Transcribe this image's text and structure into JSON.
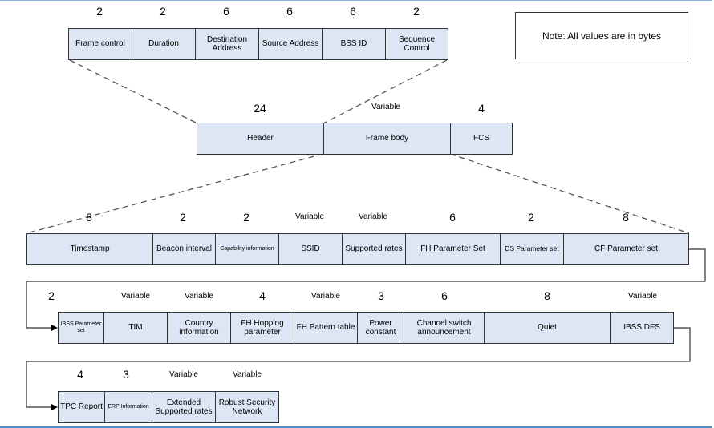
{
  "note": "Note: All values are in bytes",
  "mac_header": {
    "fields": [
      {
        "label": "Frame control",
        "size": "2"
      },
      {
        "label": "Duration",
        "size": "2"
      },
      {
        "label": "Destination Address",
        "size": "6"
      },
      {
        "label": "Source Address",
        "size": "6"
      },
      {
        "label": "BSS ID",
        "size": "6"
      },
      {
        "label": "Sequence Control",
        "size": "2"
      }
    ]
  },
  "frame": {
    "fields": [
      {
        "label": "Header",
        "size": "24"
      },
      {
        "label": "Frame body",
        "size": "Variable"
      },
      {
        "label": "FCS",
        "size": "4"
      }
    ]
  },
  "body_row1": {
    "fields": [
      {
        "label": "Timestamp",
        "size": "8"
      },
      {
        "label": "Beacon interval",
        "size": "2"
      },
      {
        "label": "Capability information",
        "size": "2"
      },
      {
        "label": "SSID",
        "size": "Variable"
      },
      {
        "label": "Supported rates",
        "size": "Variable"
      },
      {
        "label": "FH Parameter Set",
        "size": "6"
      },
      {
        "label": "DS Parameter set",
        "size": "2"
      },
      {
        "label": "CF Parameter set",
        "size": "8"
      }
    ]
  },
  "body_row2": {
    "fields": [
      {
        "label": "IBSS Parameter set",
        "size": "2"
      },
      {
        "label": "TIM",
        "size": "Variable"
      },
      {
        "label": "Country information",
        "size": "Variable"
      },
      {
        "label": "FH Hopping parameter",
        "size": "4"
      },
      {
        "label": "FH Pattern table",
        "size": "Variable"
      },
      {
        "label": "Power constant",
        "size": "3"
      },
      {
        "label": "Channel switch announcement",
        "size": "6"
      },
      {
        "label": "Quiet",
        "size": "8"
      },
      {
        "label": "IBSS DFS",
        "size": "Variable"
      }
    ]
  },
  "body_row3": {
    "fields": [
      {
        "label": "TPC Report",
        "size": "4"
      },
      {
        "label": "ERP Information",
        "size": "3"
      },
      {
        "label": "Extended Supported rates",
        "size": "Variable"
      },
      {
        "label": "Robust Security Network",
        "size": "Variable"
      }
    ]
  }
}
